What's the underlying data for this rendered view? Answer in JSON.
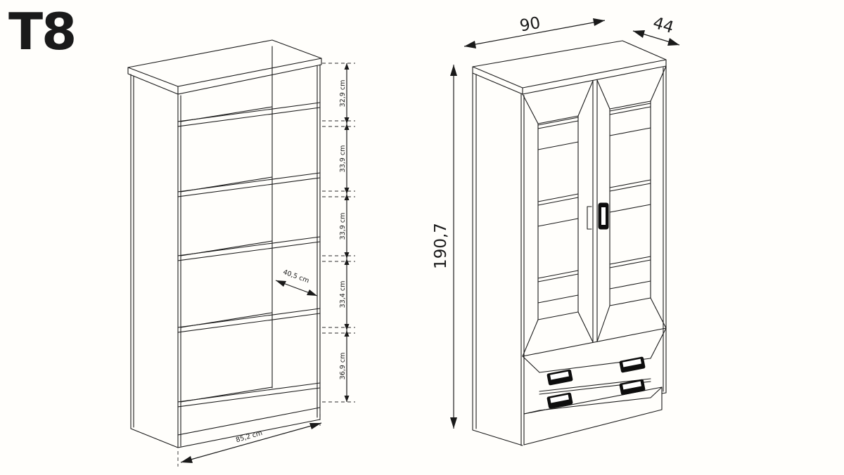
{
  "title": "T8",
  "colors": {
    "background": "#fffefb",
    "line": "#1a1a1a",
    "dashed_line": "#2b2b2b",
    "handle": "#0d0d0d"
  },
  "left_view": {
    "description": "open bookcase carcass with four shelves",
    "section_labels": [
      "32,9 cm",
      "33,9 cm",
      "33,9 cm",
      "33,4 cm",
      "36,9 cm"
    ],
    "inner_depth_label": "40,5 cm",
    "bottom_width_label": "85,2 cm"
  },
  "right_view": {
    "description": "cabinet front with two glass doors and two drawers",
    "width_label": "90",
    "depth_label": "44",
    "height_label": "190,7"
  }
}
